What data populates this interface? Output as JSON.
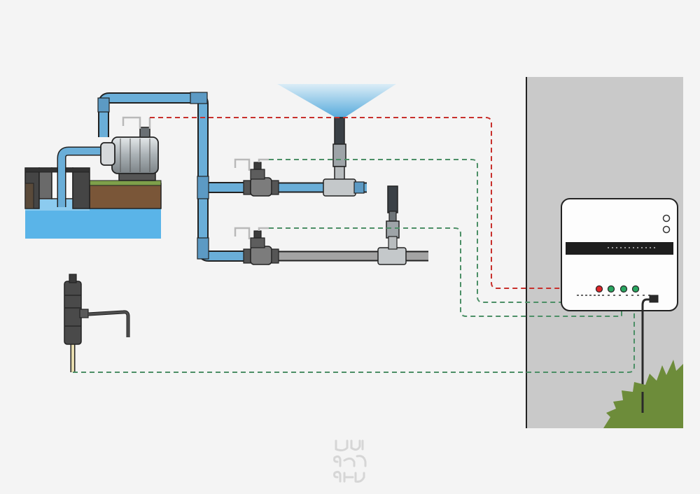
{
  "diagram": {
    "components": [
      {
        "id": "water-well",
        "icon": "well-icon"
      },
      {
        "id": "pump",
        "icon": "pump-motor-icon"
      },
      {
        "id": "sprinkler",
        "icon": "sprinkler-spray-icon"
      },
      {
        "id": "solenoid-valve-1",
        "icon": "solenoid-valve-icon"
      },
      {
        "id": "solenoid-valve-2",
        "icon": "solenoid-valve-icon"
      },
      {
        "id": "drip-riser",
        "icon": "drip-riser-icon"
      },
      {
        "id": "rain-sensor",
        "icon": "sensor-probe-icon"
      },
      {
        "id": "irrigation-controller",
        "icon": "controller-box-icon"
      },
      {
        "id": "wall",
        "icon": "wall-icon"
      },
      {
        "id": "shrub",
        "icon": "shrub-icon"
      }
    ],
    "wires": [
      {
        "from": "pump",
        "to": "irrigation-controller",
        "color": "#c8302c"
      },
      {
        "from": "solenoid-valve-1",
        "to": "irrigation-controller",
        "color": "#4c8f66"
      },
      {
        "from": "solenoid-valve-2",
        "to": "irrigation-controller",
        "color": "#4c8f66"
      },
      {
        "from": "rain-sensor",
        "to": "irrigation-controller",
        "color": "#4c8f66"
      }
    ],
    "terminal_colors": [
      "#e0262b",
      "#2aa761",
      "#2aa761",
      "#2aa761"
    ]
  },
  "colors": {
    "background": "#f4f4f4",
    "pipe_blue": "#6aaed8",
    "pipe_gray": "#a4a4a4",
    "water": "#5ab4e8",
    "grass": "#7ea04a",
    "soil": "#7a5638",
    "wall": "#c9c9c9",
    "shrub": "#6d8c3a",
    "wire_power": "#c8302c",
    "wire_signal": "#4c8f66"
  },
  "logo": {
    "text": "บ้านและสวน"
  }
}
